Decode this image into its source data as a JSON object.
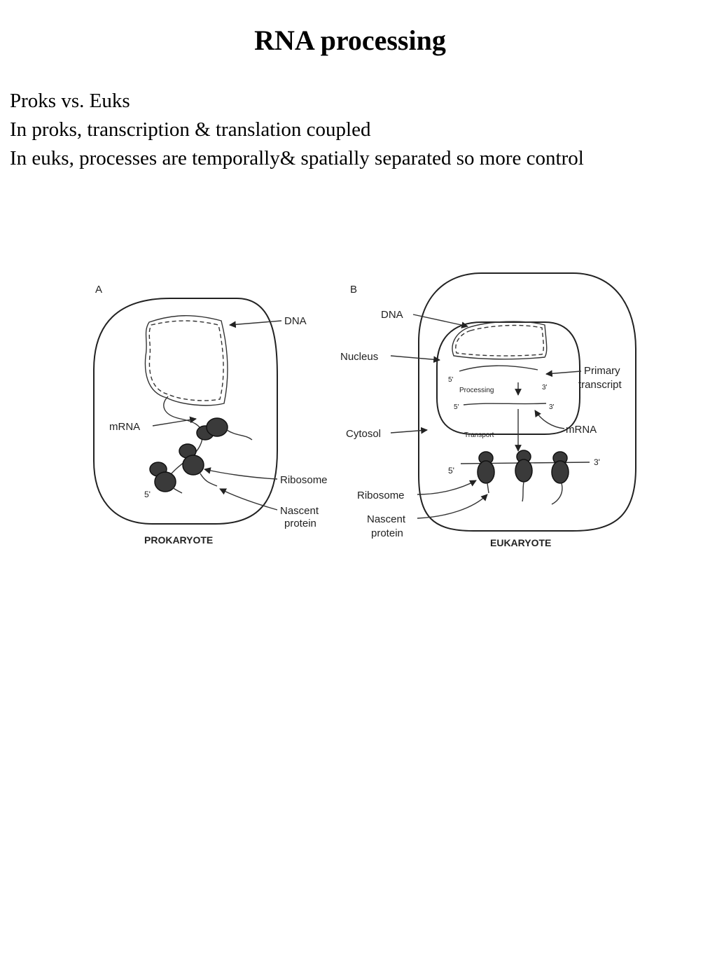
{
  "slide": {
    "title": "RNA processing",
    "bullets": [
      "Proks vs. Euks",
      "In proks, transcription & translation coupled",
      "In euks, processes are temporally& spatially separated so more control"
    ]
  },
  "figure": {
    "panel_a": {
      "letter": "A",
      "dna": "DNA",
      "mrna": "mRNA",
      "ribosome": "Ribosome",
      "nascent_line1": "Nascent",
      "nascent_line2": "protein",
      "five_prime": "5'",
      "caption": "PROKARYOTE"
    },
    "panel_b": {
      "letter": "B",
      "dna": "DNA",
      "nucleus": "Nucleus",
      "primary_line1": "Primary",
      "primary_line2": "transcript",
      "processing": "Processing",
      "five_prime_top": "5'",
      "three_prime_top": "3'",
      "five_prime_mid": "5'",
      "three_prime_mid": "3'",
      "mrna": "mRNA",
      "cytosol": "Cytosol",
      "transport": "Transport",
      "five_prime_bottom": "5'",
      "three_prime_bottom": "3'",
      "ribosome": "Ribosome",
      "nascent_line1": "Nascent",
      "nascent_line2": "protein",
      "caption": "EUKARYOTE"
    }
  }
}
